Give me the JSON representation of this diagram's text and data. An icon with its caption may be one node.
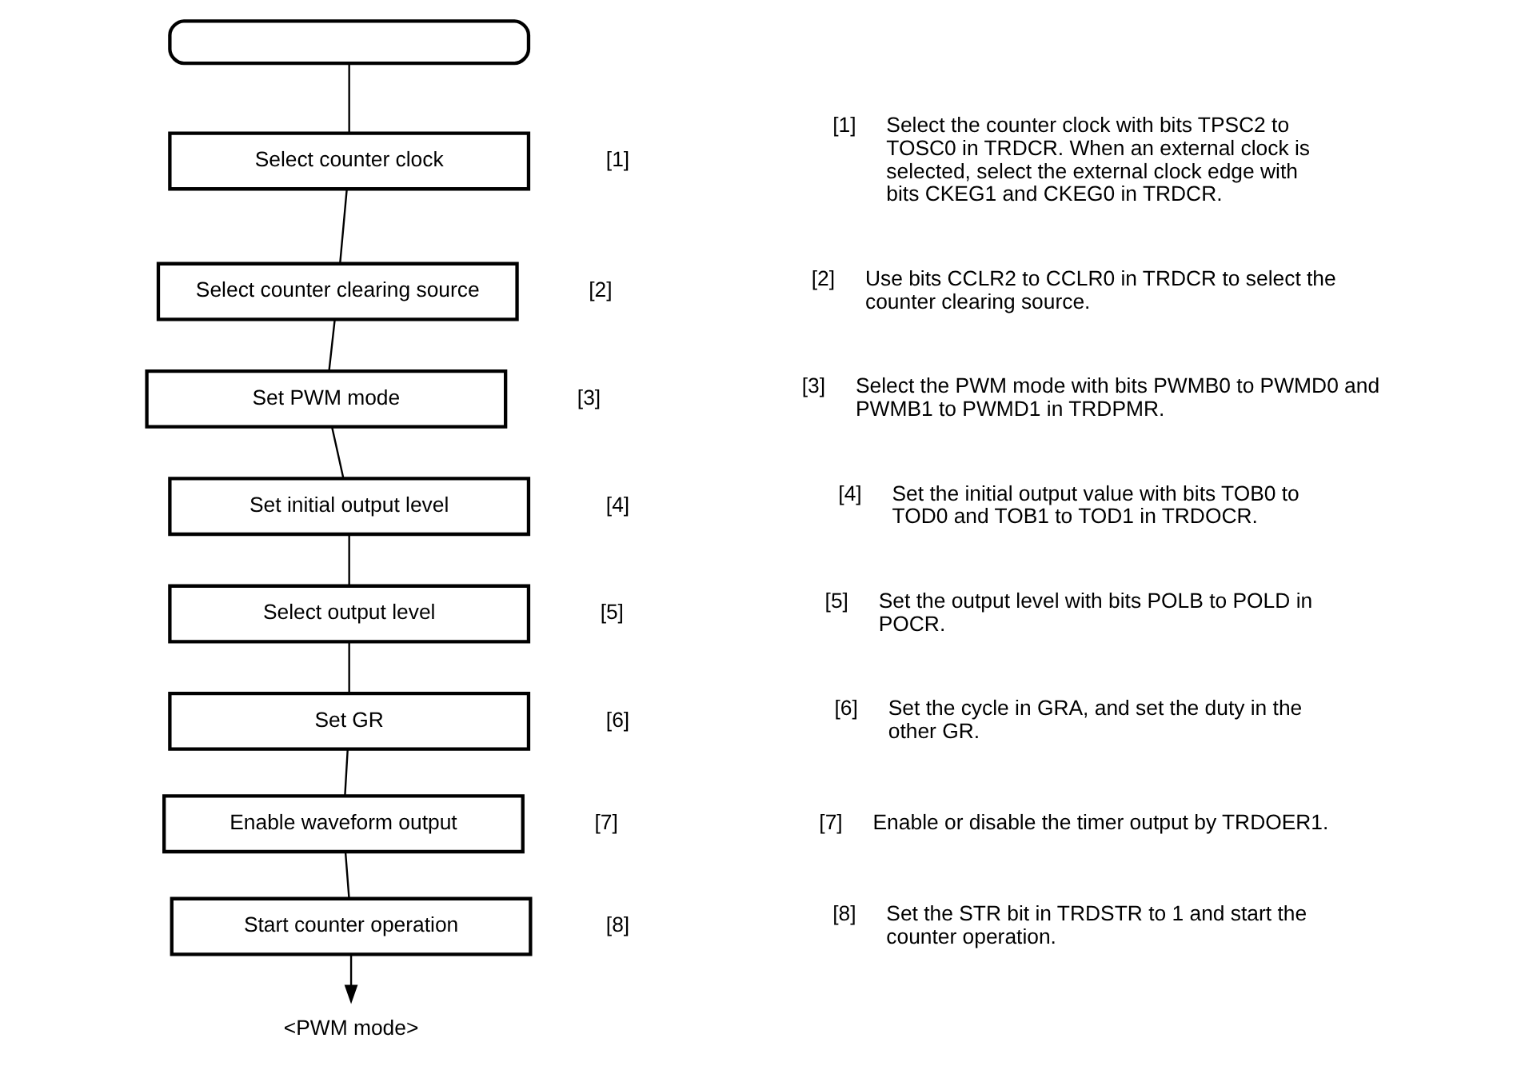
{
  "diagram": {
    "nodes": [
      {
        "text": [],
        "shape": "box"
      },
      {
        "text": [
          "Select counter clock"
        ],
        "beside": [
          "[1]"
        ]
      },
      {
        "text": [
          "Select counter clearing source"
        ],
        "beside": [
          "[2]"
        ]
      },
      {
        "text": [
          "Set PWM mode"
        ],
        "beside": [
          "[3]"
        ]
      },
      {
        "text": [
          "Set initial output level"
        ],
        "beside": [
          "[4]"
        ]
      },
      {
        "text": [
          "Select output level"
        ],
        "beside": [
          "[5]"
        ]
      },
      {
        "text": [
          "Set GR"
        ],
        "beside": [
          "[6]"
        ]
      },
      {
        "text": [
          "Enable waveform output"
        ],
        "beside": [
          "[7]"
        ]
      },
      {
        "text": [
          "Start counter operation"
        ],
        "beside": [
          "[8]"
        ]
      },
      {
        "text": [
          "<PWM mode>"
        ]
      }
    ],
    "edges": [
      {
        "from": 0,
        "to": 1,
        "arrow": "none"
      },
      {
        "from": 1,
        "to": 2,
        "arrow": "none"
      },
      {
        "from": 2,
        "to": 3,
        "arrow": "none"
      },
      {
        "from": 3,
        "to": 4,
        "arrow": "none"
      },
      {
        "from": 4,
        "to": 5,
        "arrow": "none"
      },
      {
        "from": 5,
        "to": 6,
        "arrow": "none"
      },
      {
        "from": 6,
        "to": 7,
        "arrow": "none"
      },
      {
        "from": 7,
        "to": 8,
        "arrow": "none"
      },
      {
        "from": 8,
        "to": 9,
        "arrow": "to"
      }
    ],
    "labels": [
      "[1]",
      "Select the counter clock with bits TPSC2 to TOSC0 in TRDCR. When an external clock is selected, select the external clock edge with bits CKEG1 and CKEG0 in TRDCR.",
      "[2]",
      "Use bits CCLR2 to CCLR0 in TRDCR to select the counter clearing source.",
      "[3]",
      "Select the PWM mode with bits PWMB0 to PWMD0 and PWMB1 to PWMD1 in TRDPMR.",
      "[4]",
      "Set the initial output value with bits TOB0 to TOD0 and TOB1 to TOD1 in TRDOCR.",
      "[5]",
      "Set the output level with bits POLB to POLD in POCR.",
      "[6]",
      "Set the cycle in GRA, and set the duty in the other GR.",
      "[7]",
      "Enable or disable the timer output by TRDOER1.",
      "[8]",
      "Set the STR bit in TRDSTR to 1 and start the counter operation."
    ]
  }
}
